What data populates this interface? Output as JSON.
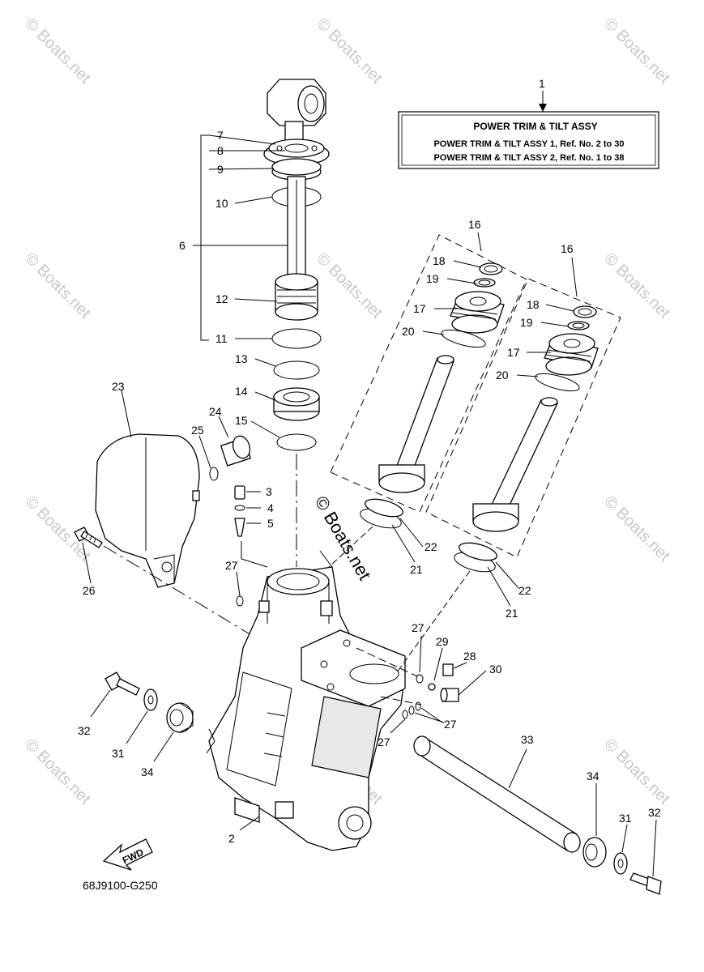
{
  "title_box": {
    "ref": "1",
    "title": "POWER TRIM  & TILT ASSY",
    "line1": "POWER TRIM & TILT ASSY 1, Ref. No. 2 to 30",
    "line2": "POWER TRIM & TILT ASSY 2, Ref. No. 1 to 38"
  },
  "drawing_number": "68J9100-G250",
  "fwd_label": "FWD",
  "watermark": "© Boats.net",
  "callouts": {
    "c2": "2",
    "c3": "3",
    "c4": "4",
    "c5": "5",
    "c6": "6",
    "c7": "7",
    "c8": "8",
    "c9": "9",
    "c10": "10",
    "c11": "11",
    "c12": "12",
    "c13": "13",
    "c14": "14",
    "c15": "15",
    "c16a": "16",
    "c16b": "16",
    "c17a": "17",
    "c17b": "17",
    "c18a": "18",
    "c18b": "18",
    "c19a": "19",
    "c19b": "19",
    "c20a": "20",
    "c20b": "20",
    "c21a": "21",
    "c21b": "21",
    "c22a": "22",
    "c22b": "22",
    "c23": "23",
    "c24": "24",
    "c25": "25",
    "c26": "26",
    "c27a": "27",
    "c27b": "27",
    "c27c": "27",
    "c27d": "27",
    "c28": "28",
    "c29": "29",
    "c30": "30",
    "c31a": "31",
    "c31b": "31",
    "c32a": "32",
    "c32b": "32",
    "c33": "33",
    "c34a": "34",
    "c34b": "34"
  }
}
